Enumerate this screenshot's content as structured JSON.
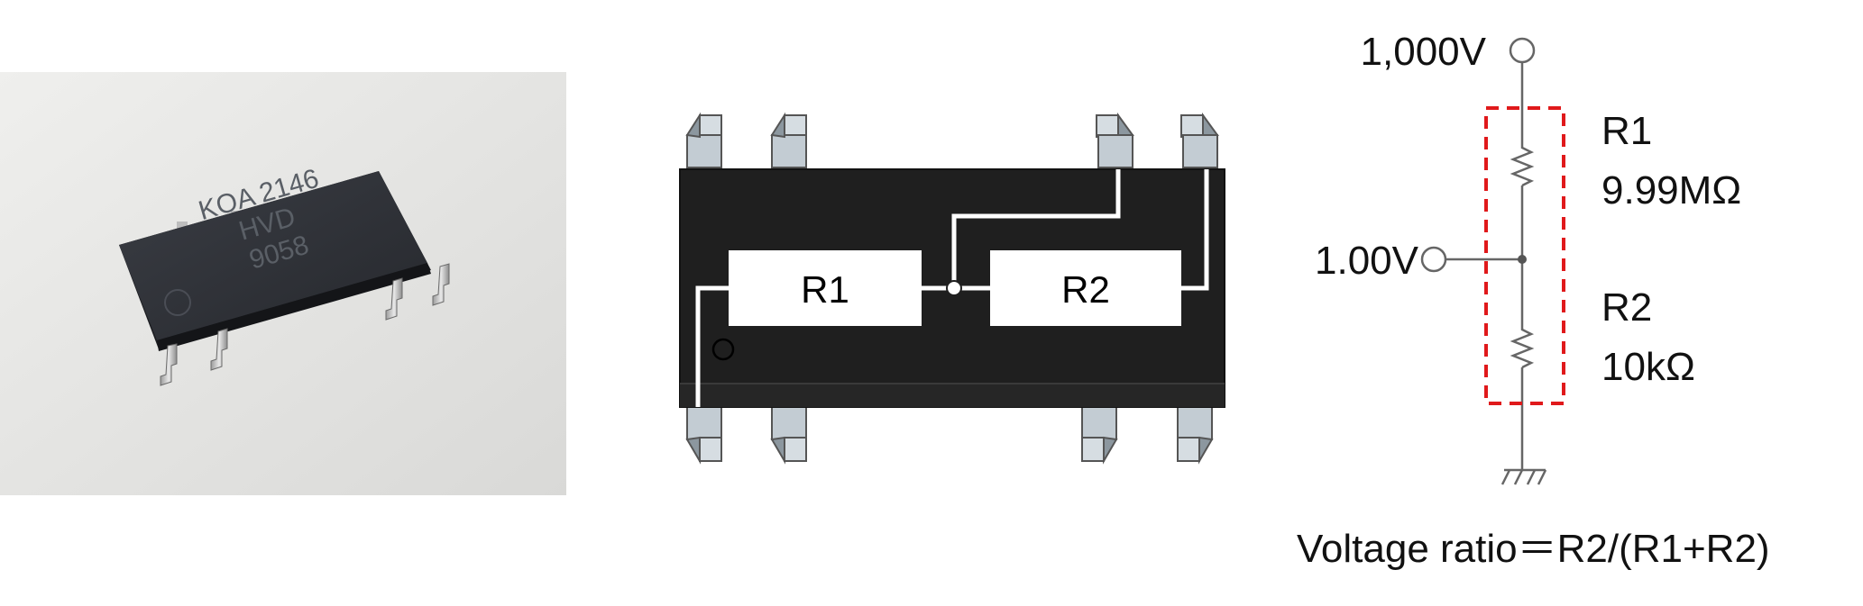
{
  "photo": {
    "chip_marking_line1": "KOA 2146",
    "chip_marking_line2": "HVD",
    "chip_marking_line3": "9058"
  },
  "package": {
    "r1_label": "R1",
    "r2_label": "R2"
  },
  "schematic": {
    "top_voltage": "1,000V",
    "mid_voltage": "1.00V",
    "r1_name": "R1",
    "r1_value": "9.99MΩ",
    "r2_name": "R2",
    "r2_value": "10kΩ",
    "formula": "Voltage ratio＝R2/(R1+R2)"
  },
  "colors": {
    "dashed_box": "#e0191b",
    "package_body": "#1f1f1f",
    "photo_background": "#e4e4e2"
  }
}
